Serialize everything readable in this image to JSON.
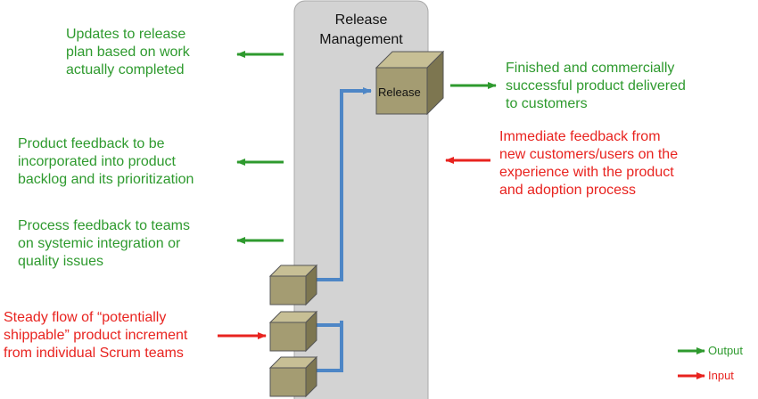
{
  "column_title": "Release\nManagement",
  "release_box_label": "Release",
  "left_outputs": {
    "release_plan": "Updates to release\nplan based on work\nactually completed",
    "product_feedback": "Product feedback to be\nincorporated into product\nbacklog and its prioritization",
    "process_feedback": "Process feedback to teams\non systemic integration or\nquality issues"
  },
  "left_input": "Steady flow of “potentially\nshippable” product increment\nfrom individual Scrum teams",
  "right_output": "Finished and commercially\nsuccessful product delivered\nto customers",
  "right_input": "Immediate feedback from\nnew customers/users on the\nexperience with the product\nand adoption process",
  "legend": {
    "output_label": "Output",
    "input_label": "Input"
  },
  "colors": {
    "output": "#2e9a2e",
    "input": "#e8231f",
    "column_fill": "#d3d3d3",
    "box_fill": "#a49c72",
    "connector": "#4d86c6"
  }
}
